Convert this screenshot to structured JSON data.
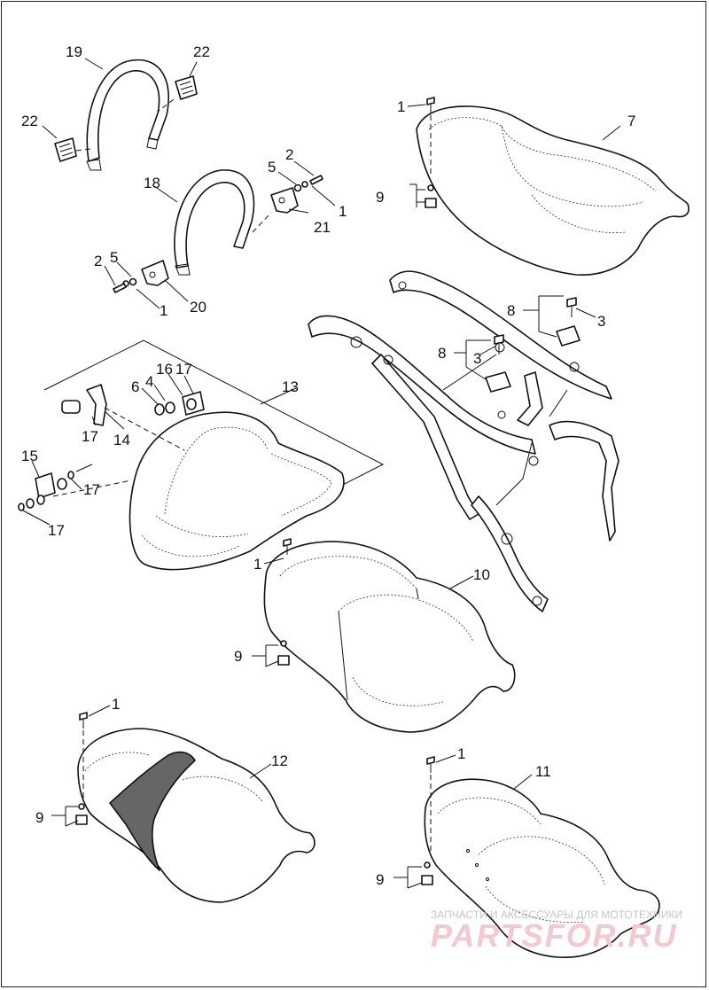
{
  "labels": {
    "l1a": "1",
    "l1b": "1",
    "l1c": "1",
    "l1d": "1",
    "l1e": "1",
    "l1f": "1",
    "l1g": "1",
    "l2a": "2",
    "l2b": "2",
    "l3a": "3",
    "l3b": "3",
    "l4": "4",
    "l5a": "5",
    "l5b": "5",
    "l6": "6",
    "l7": "7",
    "l8a": "8",
    "l8b": "8",
    "l9a": "9",
    "l9b": "9",
    "l9c": "9",
    "l9d": "9",
    "l10": "10",
    "l11": "11",
    "l12": "12",
    "l13": "13",
    "l14": "14",
    "l15": "15",
    "l16": "16",
    "l17a": "17",
    "l17b": "17",
    "l17c": "17",
    "l17d": "17",
    "l18": "18",
    "l19": "19",
    "l20": "20",
    "l21": "21",
    "l22a": "22",
    "l22b": "22"
  },
  "watermark": {
    "tagline": "ЗАПЧАСТИ И АКСЕССУАРЫ ДЛЯ МОТОТЕХНИКИ",
    "brand": "PARTSFOR.RU"
  },
  "colors": {
    "line": "#111111",
    "background": "#ffffff",
    "watermark_brand": "#f3c9cf",
    "watermark_tagline": "#c6c6c6"
  }
}
